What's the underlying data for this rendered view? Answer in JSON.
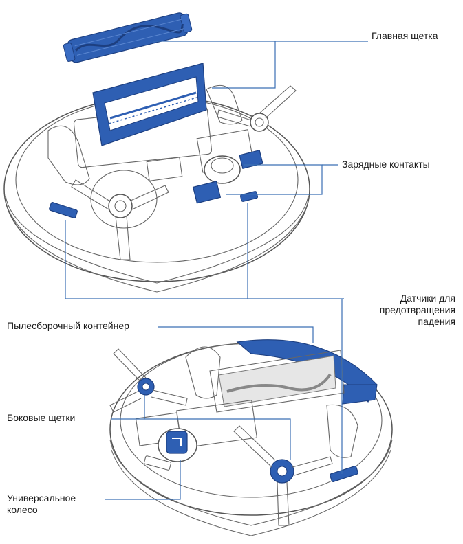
{
  "labels": {
    "main_brush": "Главная щетка",
    "charging_contacts": "Зарядные контакты",
    "cliff_sensors_line1": "Датчики для",
    "cliff_sensors_line2": "предотвращения",
    "cliff_sensors_line3": "падения",
    "dust_bin": "Пылесборочный контейнер",
    "side_brushes": "Боковые щетки",
    "caster_line1": "Универсальное",
    "caster_line2": "колесо"
  },
  "colors": {
    "accent_blue": "#2e5fb3",
    "leader_line": "#3b6fb3",
    "outline": "#555555"
  }
}
